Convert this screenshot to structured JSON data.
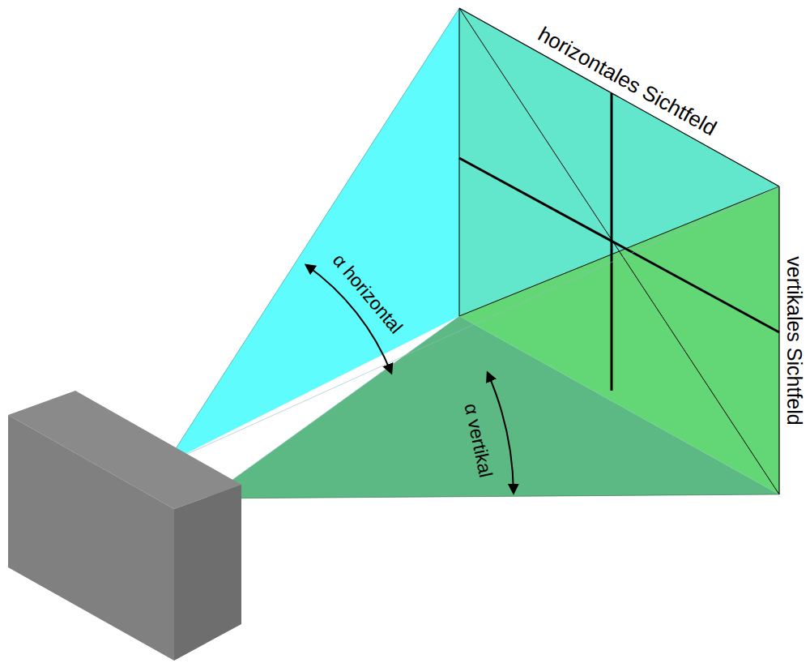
{
  "diagram": {
    "labels": [
      "horizontales Sichtfeld",
      "vertikales Sichtfeld",
      "α horizontal",
      "α vertikal"
    ]
  }
}
